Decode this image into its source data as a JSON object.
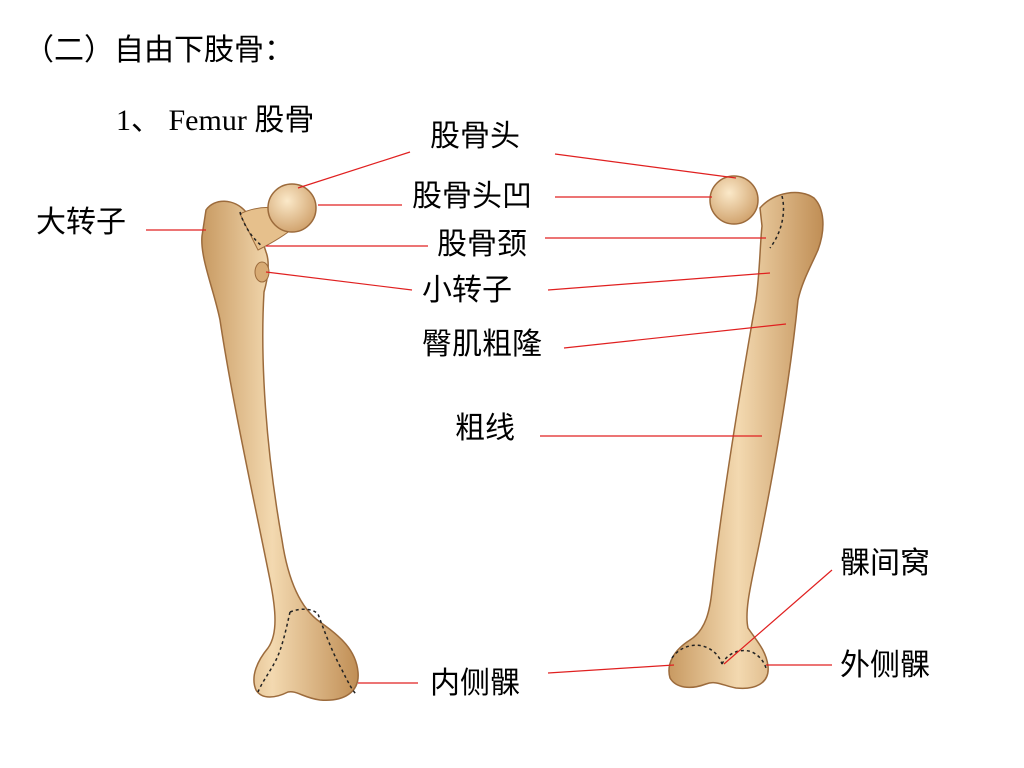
{
  "slide": {
    "title": "（二）自由下肢骨：",
    "subtitle": "1、 Femur 股骨"
  },
  "labels": {
    "femoral_head": "股骨头",
    "fovea": "股骨头凹",
    "greater_trochanter": "大转子",
    "femoral_neck": "股骨颈",
    "lesser_trochanter": "小转子",
    "gluteal_tuberosity": "臀肌粗隆",
    "linea_aspera": "粗线",
    "intercondylar_fossa": "髁间窝",
    "medial_condyle": "内侧髁",
    "lateral_condyle": "外侧髁"
  },
  "colors": {
    "leader_line": "#e02020",
    "bone_fill": "#e9c796",
    "bone_shade": "#c89a62",
    "bone_outline": "#9c6b3c"
  }
}
